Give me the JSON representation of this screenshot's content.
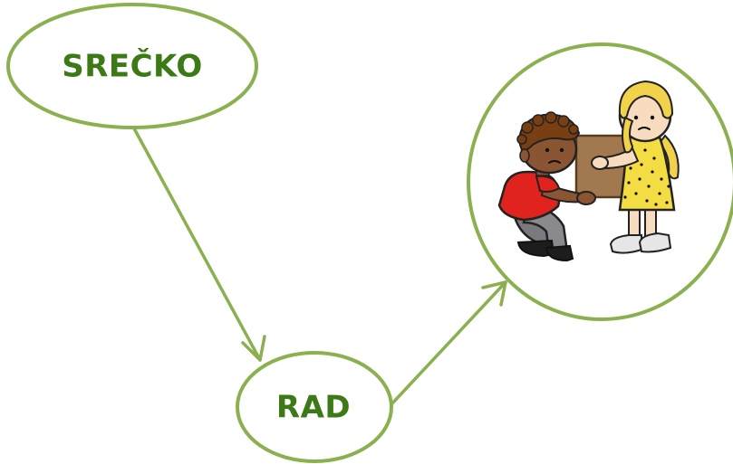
{
  "colors": {
    "outline": "#8bb04f",
    "text": "#3c7a16",
    "background": "#ffffff"
  },
  "nodes": {
    "srecko": {
      "label": "SREČKO"
    },
    "rad": {
      "label": "RAD"
    },
    "picture": {
      "icon": "two-children-holding-box"
    }
  },
  "edges": [
    {
      "from": "srecko",
      "to": "rad"
    },
    {
      "from": "rad",
      "to": "picture"
    }
  ]
}
